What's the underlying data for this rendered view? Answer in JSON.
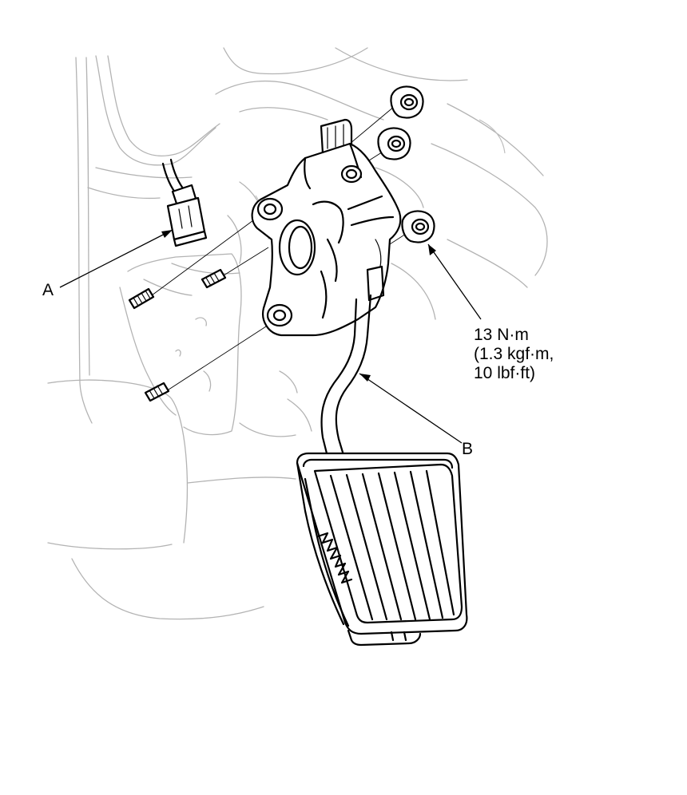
{
  "labels": {
    "connector": "A",
    "pedal": "B"
  },
  "torque_spec": {
    "line1": "13 N·m",
    "line2": "(1.3 kgf·m,",
    "line3": "10 lbf·ft)"
  }
}
